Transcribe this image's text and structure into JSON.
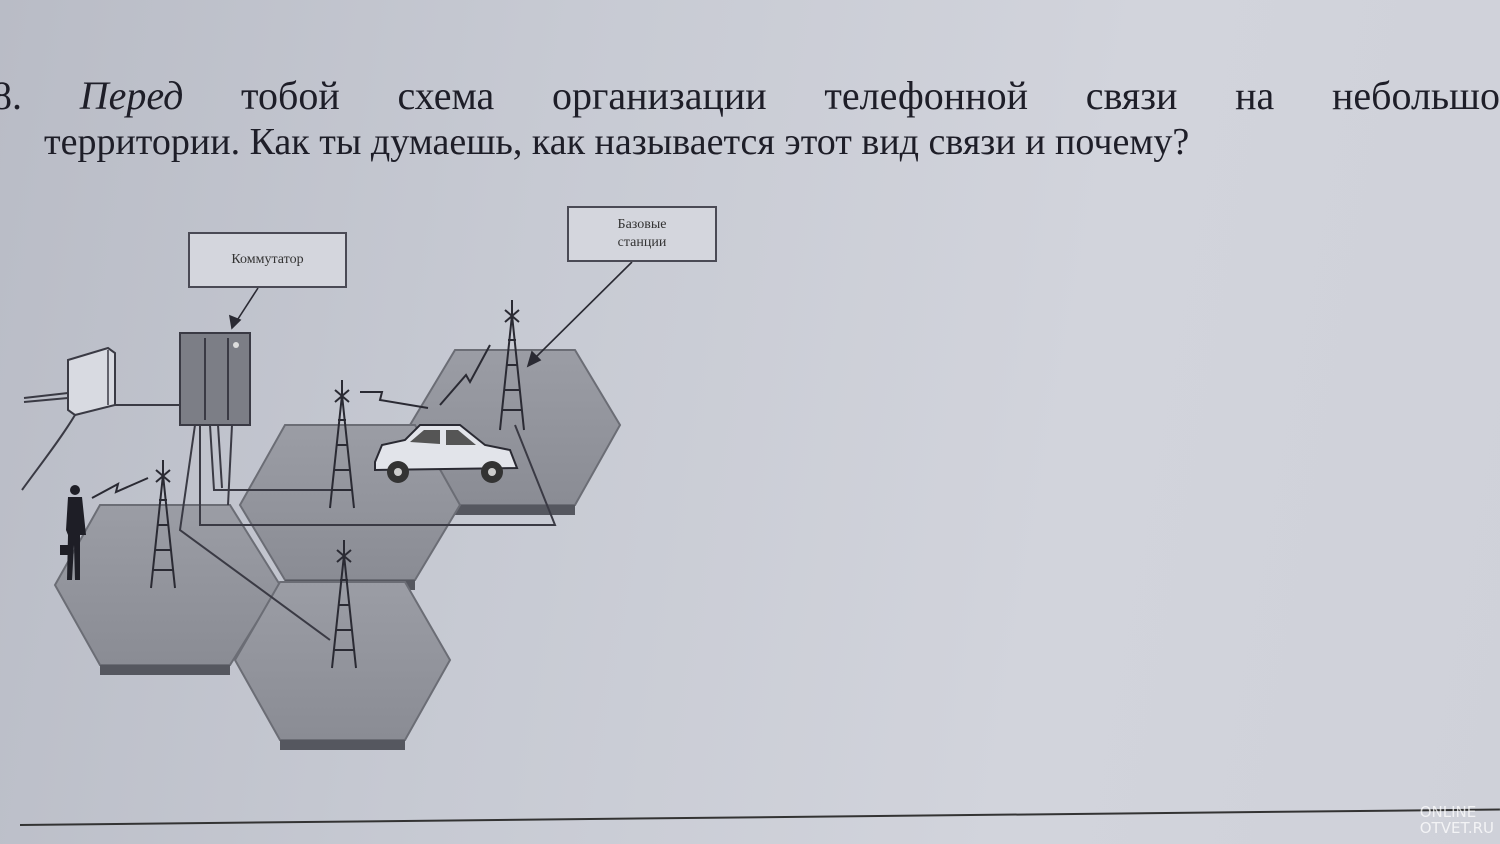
{
  "task": {
    "number": "8.",
    "line1_words": [
      "Перед",
      "тобой",
      "схема",
      "организации",
      "телефонной",
      "связи",
      "на",
      "небольшо"
    ],
    "line2": "территории. Как ты думаешь, как называется этот вид связи и почему?"
  },
  "diagram": {
    "switch_label": "Коммутатор",
    "base_stations_label": [
      "Базовые",
      "станции"
    ]
  },
  "watermark": [
    "ONLINE",
    "OTVET.RU"
  ]
}
